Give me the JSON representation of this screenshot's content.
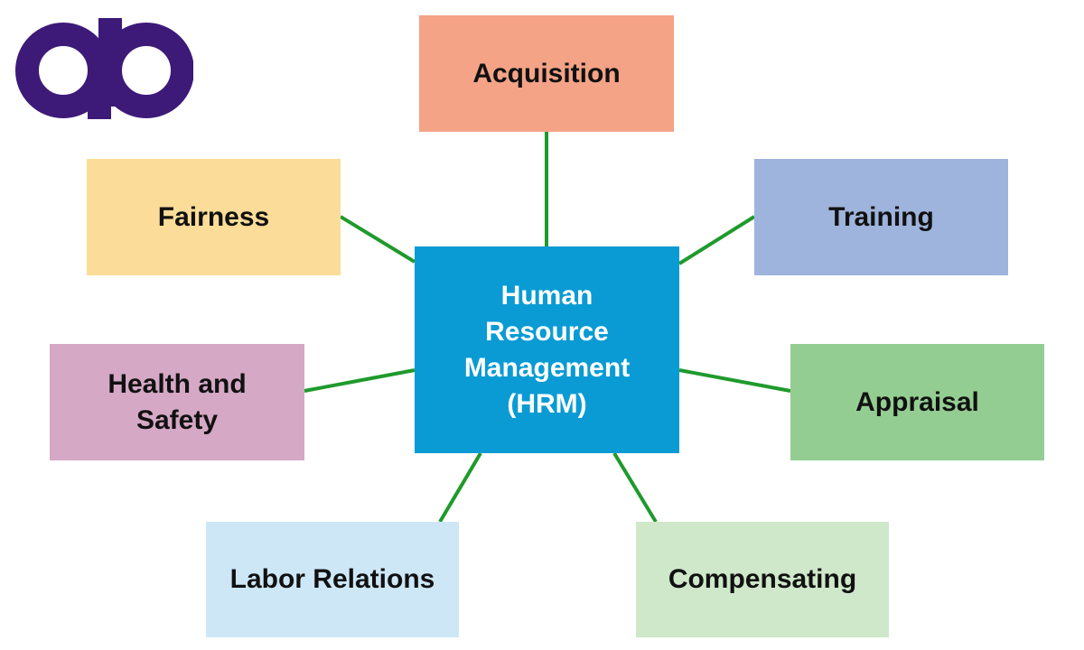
{
  "logo": {
    "text": "qb",
    "color": "#3d1a78"
  },
  "center": {
    "label": "Human\nResource\nManagement\n(HRM)",
    "color": "#0a9bd4"
  },
  "nodes": {
    "acquisition": {
      "label": "Acquisition",
      "color": "#f4a386"
    },
    "fairness": {
      "label": "Fairness",
      "color": "#fbdc98"
    },
    "training": {
      "label": "Training",
      "color": "#9fb4dc"
    },
    "health_safety": {
      "label": "Health and\nSafety",
      "color": "#d5a8c5"
    },
    "appraisal": {
      "label": "Appraisal",
      "color": "#94cd92"
    },
    "labor_relations": {
      "label": "Labor Relations",
      "color": "#cde7f7"
    },
    "compensating": {
      "label": "Compensating",
      "color": "#cee8c9"
    }
  },
  "connector_color": "#1f9a2c"
}
